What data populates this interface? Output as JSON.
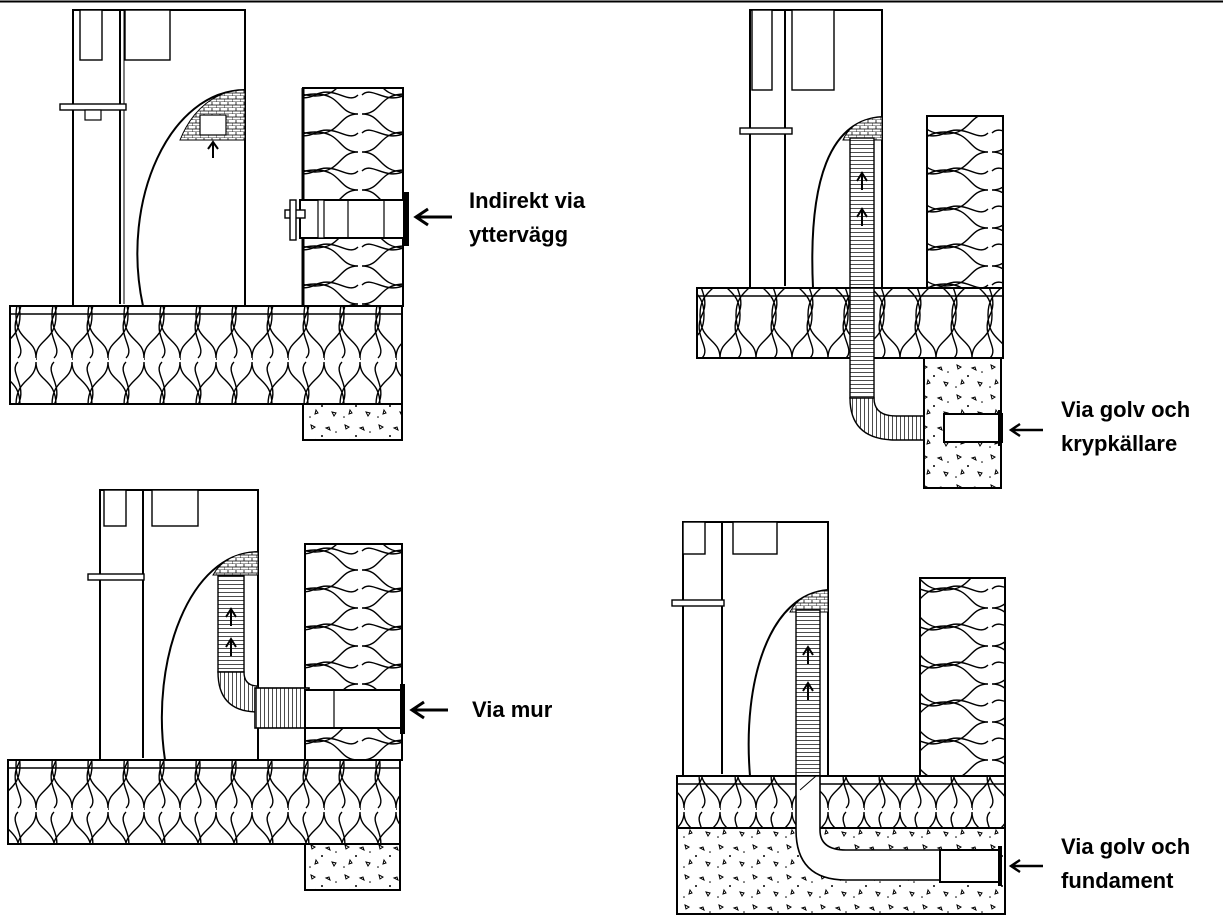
{
  "diagrams": [
    {
      "id": "wall",
      "label_lines": [
        "Indirekt via",
        "yttervägg"
      ]
    },
    {
      "id": "crawl",
      "label_lines": [
        "Via golv och",
        "krypkällare"
      ]
    },
    {
      "id": "masonry",
      "label_lines": [
        "Via mur"
      ]
    },
    {
      "id": "found",
      "label_lines": [
        "Via golv och",
        "fundament"
      ]
    }
  ],
  "colors": {
    "line": "#000000",
    "background": "#ffffff",
    "insulation": "#ffffff",
    "gravel_fill": "#f2f2f2"
  }
}
